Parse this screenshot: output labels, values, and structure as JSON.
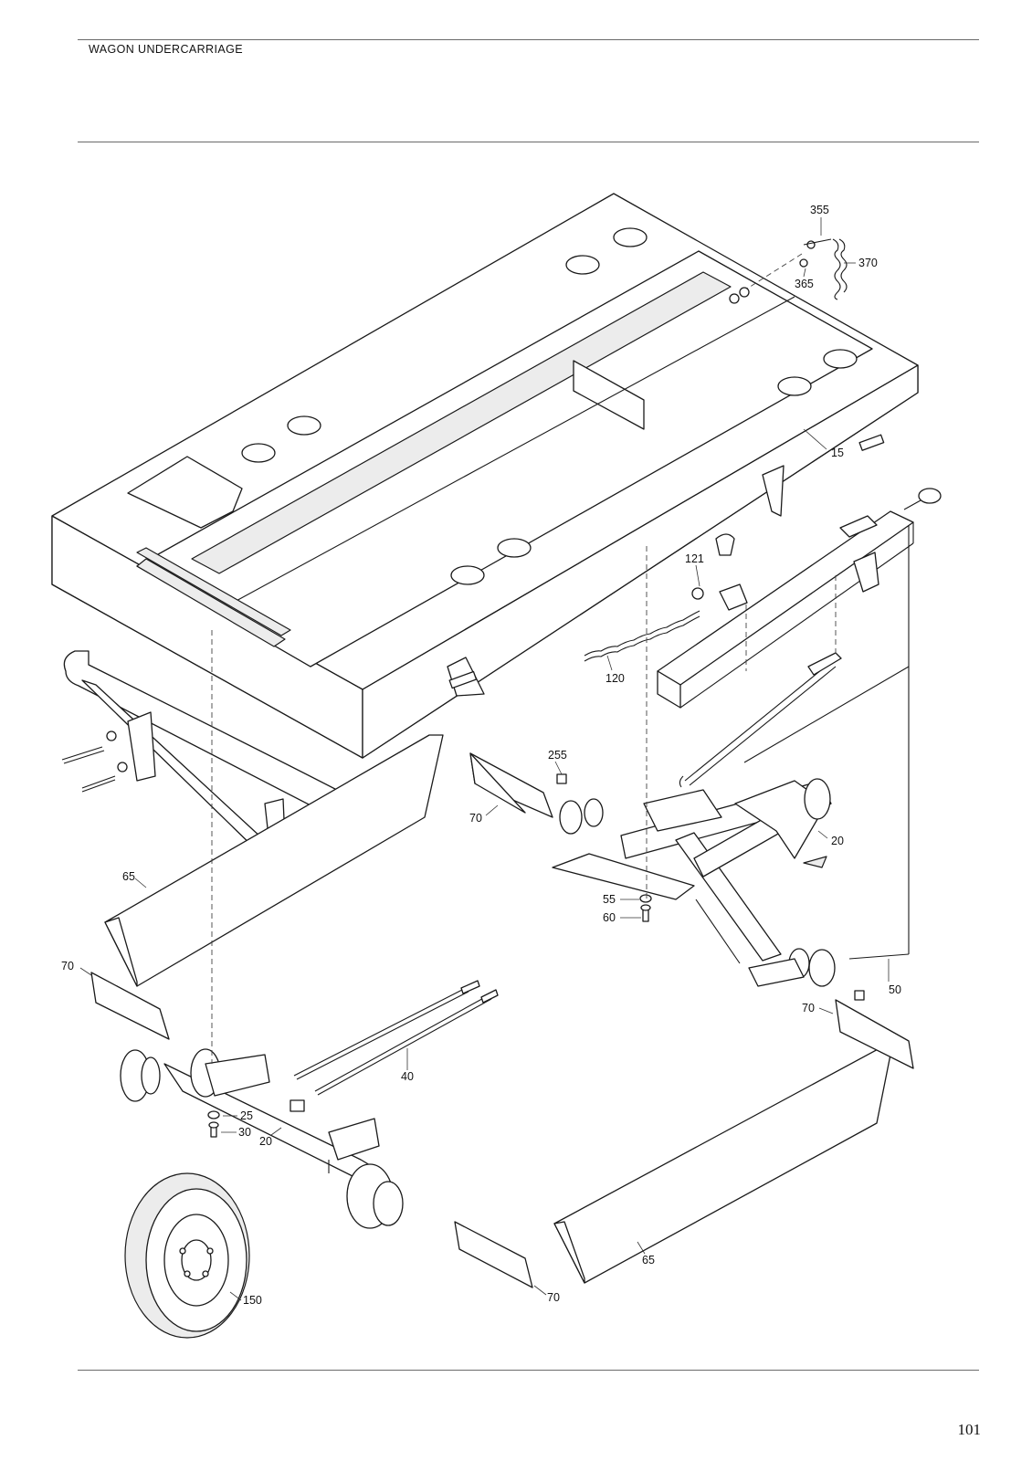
{
  "header": {
    "section_title": "WAGON UNDERCARRIAGE"
  },
  "footer": {
    "page_number": "101"
  },
  "callouts": [
    {
      "id": "c355",
      "label": "355"
    },
    {
      "id": "c370",
      "label": "370"
    },
    {
      "id": "c365",
      "label": "365"
    },
    {
      "id": "c15",
      "label": "15"
    },
    {
      "id": "c121",
      "label": "121"
    },
    {
      "id": "c120",
      "label": "120"
    },
    {
      "id": "c255",
      "label": "255"
    },
    {
      "id": "c70a",
      "label": "70"
    },
    {
      "id": "c20a",
      "label": "20"
    },
    {
      "id": "c65a",
      "label": "65"
    },
    {
      "id": "c55",
      "label": "55"
    },
    {
      "id": "c60",
      "label": "60"
    },
    {
      "id": "c50",
      "label": "50"
    },
    {
      "id": "c70b",
      "label": "70"
    },
    {
      "id": "c70c",
      "label": "70"
    },
    {
      "id": "c40",
      "label": "40"
    },
    {
      "id": "c25",
      "label": "25"
    },
    {
      "id": "c30",
      "label": "30"
    },
    {
      "id": "c20b",
      "label": "20"
    },
    {
      "id": "c65b",
      "label": "65"
    },
    {
      "id": "c150",
      "label": "150"
    },
    {
      "id": "c70d",
      "label": "70"
    }
  ]
}
